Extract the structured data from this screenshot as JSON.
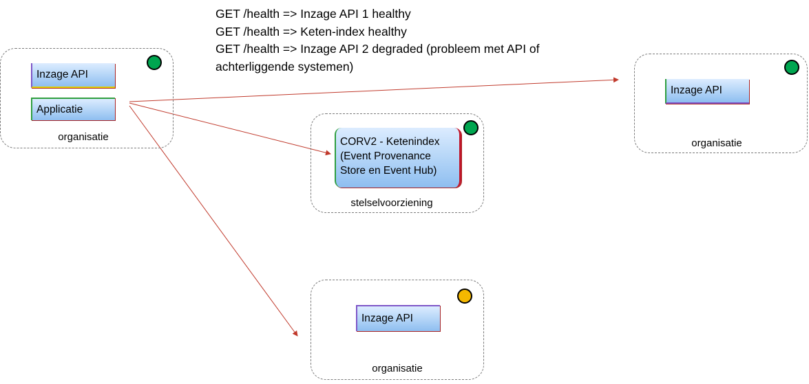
{
  "notes": {
    "line1": "GET /health => Inzage API 1 healthy",
    "line2": "GET /health => Keten-index healthy",
    "line3": "GET /health => Inzage API 2 degraded (probleem met API of achterliggende systemen)"
  },
  "org_left": {
    "api_label": "Inzage API",
    "app_label": "Applicatie",
    "label": "organisatie",
    "status_color": "#00a650"
  },
  "stelsel": {
    "index_label": "CORV2 - Ketenindex (Event Provenance Store en Event Hub)",
    "label": "stelselvoorziening",
    "status_color": "#00a650"
  },
  "org_right": {
    "api_label": "Inzage API",
    "label": "organisatie",
    "status_color": "#00a650"
  },
  "org_bottom": {
    "api_label": "Inzage API",
    "label": "organisatie",
    "status_color": "#f5b800"
  },
  "colors": {
    "arrow": "#c0392b",
    "healthy": "#00a650",
    "degraded": "#f5b800"
  }
}
